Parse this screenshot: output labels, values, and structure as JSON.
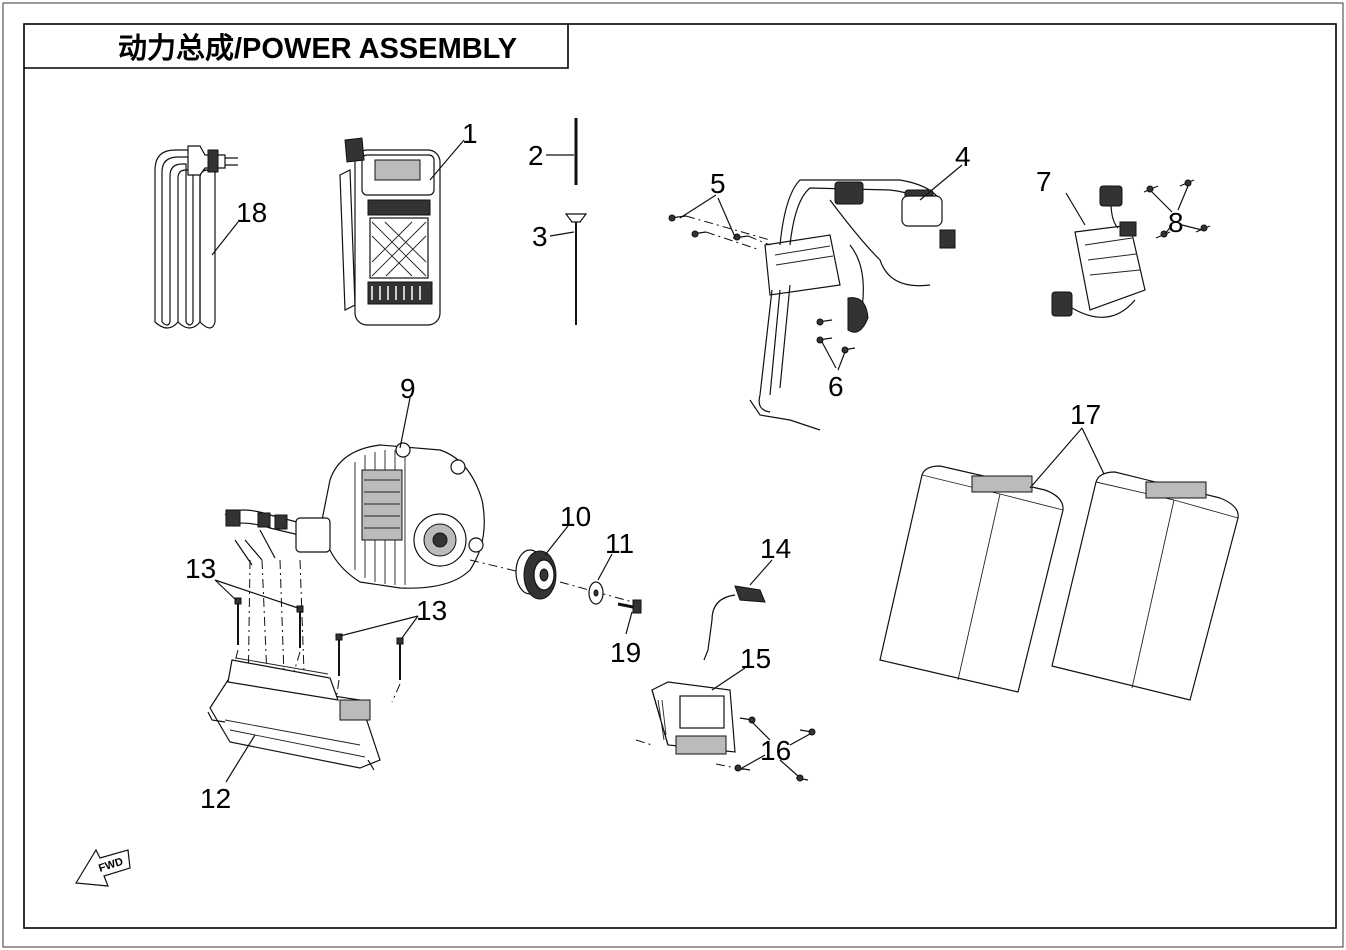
{
  "title": "动力总成/POWER ASSEMBLY",
  "fwd_label": "FWD",
  "callouts": {
    "c1": "1",
    "c2": "2",
    "c3": "3",
    "c4": "4",
    "c5": "5",
    "c6": "6",
    "c7": "7",
    "c8": "8",
    "c9": "9",
    "c10": "10",
    "c11": "11",
    "c12": "12",
    "c13a": "13",
    "c13b": "13",
    "c14": "14",
    "c15": "15",
    "c16": "16",
    "c17": "17",
    "c18": "18",
    "c19": "19"
  }
}
